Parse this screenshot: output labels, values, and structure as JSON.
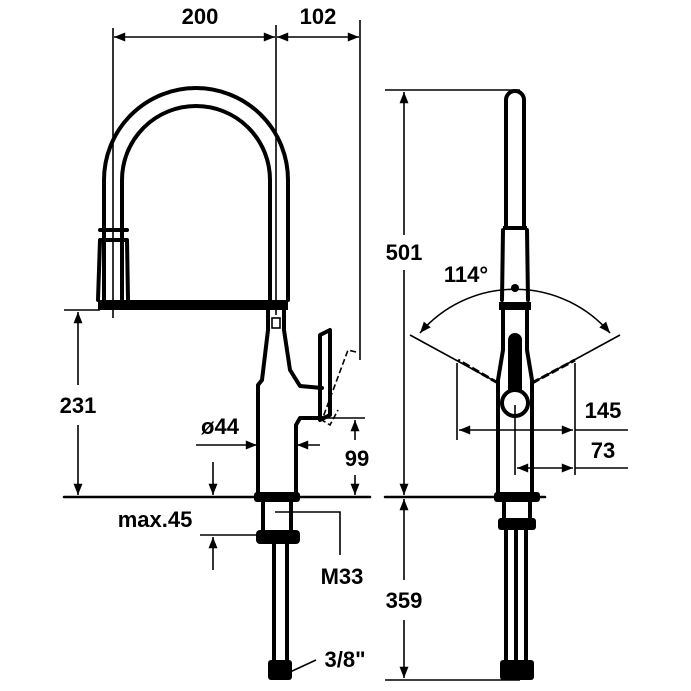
{
  "drawing": {
    "front_view": {
      "spout_reach": "200",
      "lever_offset": "102",
      "spout_height": "231",
      "body_diameter": "ø44",
      "lever_height": "99",
      "max_deck_thickness": "max.45",
      "thread": "M33",
      "connection": "3/8\""
    },
    "side_view": {
      "total_height": "501",
      "swivel_angle": "114°",
      "lever_swing": "145",
      "lever_half_swing": "73",
      "hose_length": "359"
    },
    "colors": {
      "line": "#000000",
      "background": "#ffffff"
    }
  }
}
